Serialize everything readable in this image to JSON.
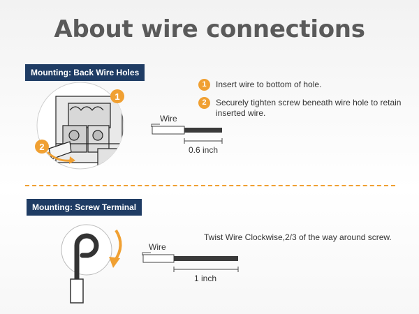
{
  "title": "About wire connections",
  "back_wire": {
    "tag": "Mounting: Back Wire Holes",
    "steps": [
      {
        "num": "1",
        "text": "Insert wire to bottom of hole."
      },
      {
        "num": "2",
        "text": "Securely tighten screw beneath wire hole to retain inserted wire."
      }
    ],
    "wire_label": "Wire",
    "measure": "0.6 inch"
  },
  "screw_terminal": {
    "tag": "Mounting: Screw Terminal",
    "note": "Twist Wire Clockwise,2/3 of the way around screw.",
    "wire_label": "Wire",
    "measure": "1 inch"
  },
  "colors": {
    "accent": "#f0a032",
    "tag_bg": "#1f3c64",
    "title": "#5a5a5a"
  },
  "icons": [
    "outlet-device-illustration",
    "curved-arrow-icon",
    "screw-loop-illustration"
  ]
}
